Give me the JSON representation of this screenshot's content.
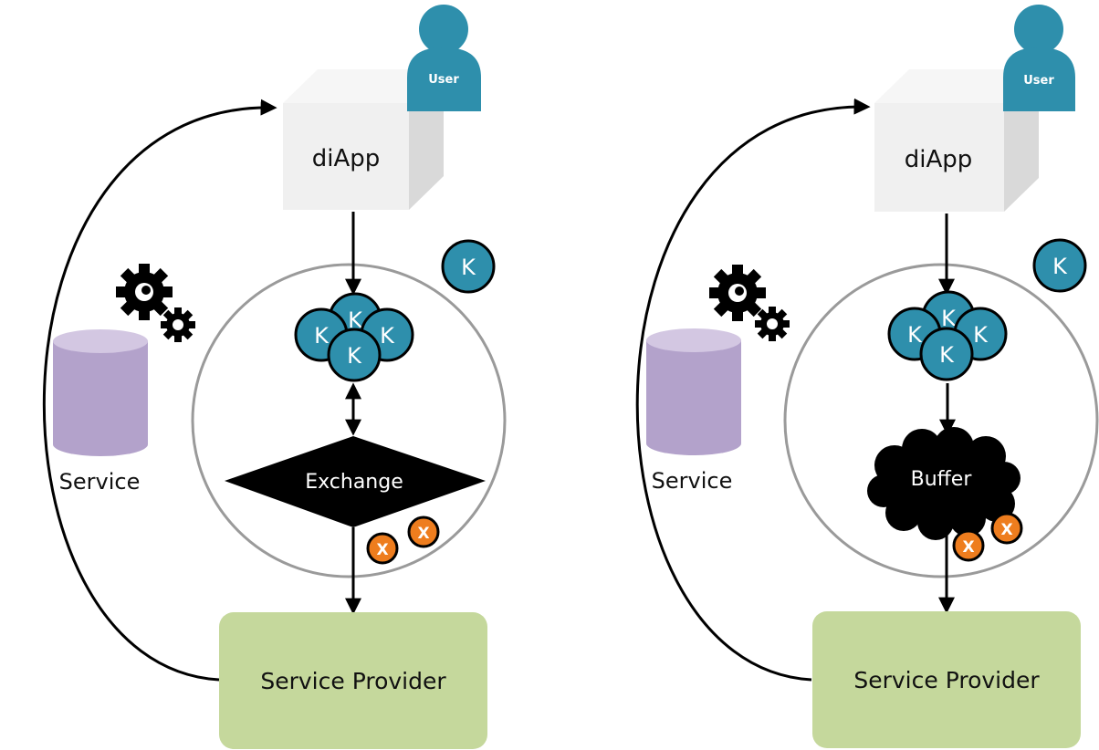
{
  "colors": {
    "teal": "#2e8fac",
    "teal_dark": "#1b6f88",
    "cube_front": "#f0f0f0",
    "cube_top": "#f6f6f6",
    "cube_side": "#d9d9d9",
    "db_body": "#b3a2cb",
    "db_top": "#d3c7e2",
    "provider_fill": "#c5d89c",
    "circle_stroke": "#9a9a9a",
    "x_badge": "#ee7d1e",
    "black": "#000000"
  },
  "panels": [
    {
      "user_label": "User",
      "app_label": "diApp",
      "key_label": "K",
      "cluster_labels": [
        "K",
        "K",
        "K",
        "K"
      ],
      "service_label": "Service",
      "gear_icon": "gears-icon",
      "middle_kind": "exchange",
      "middle_label": "Exchange",
      "badge_labels": [
        "X",
        "X"
      ],
      "provider_label": "Service Provider"
    },
    {
      "user_label": "User",
      "app_label": "diApp",
      "key_label": "K",
      "cluster_labels": [
        "K",
        "K",
        "K",
        "K"
      ],
      "service_label": "Service",
      "gear_icon": "gears-icon",
      "middle_kind": "cloud",
      "middle_label": "Buffer",
      "badge_labels": [
        "X",
        "X"
      ],
      "provider_label": "Service Provider"
    }
  ]
}
